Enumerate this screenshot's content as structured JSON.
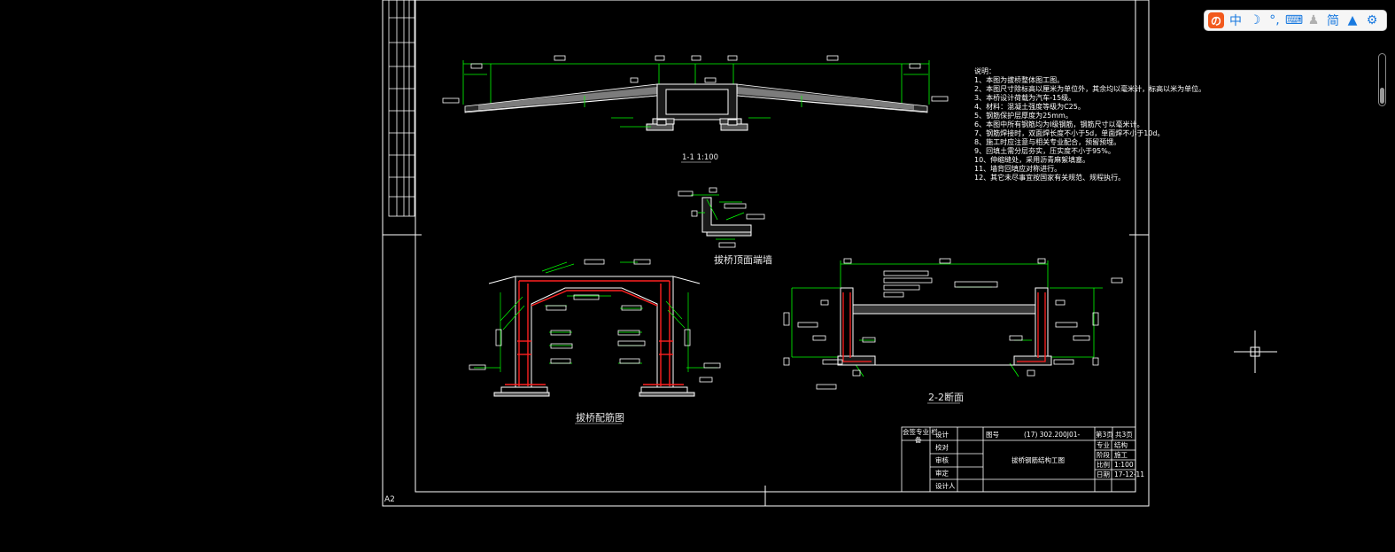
{
  "drawing": {
    "section1_title": "1-1 1:100",
    "headwall_title": "拔桥顶面端墙",
    "rebar_title": "拔桥配筋图",
    "section2_title": "2-2断面",
    "sheet_size": "A2",
    "notes": [
      "说明：",
      "1、本图为拔桥整体图工图。",
      "2、本图尺寸除标高以厘米为单位外，其余均以毫米计，标高以米为单位。",
      "3、本桥设计荷载为汽车-15级。",
      "4、材料：混凝土强度等级为C25。",
      "5、钢筋保护层厚度为25mm。",
      "6、本图中所有钢筋均为Ⅰ级钢筋，钢筋尺寸以毫米计。",
      "7、钢筋焊接时，双面焊长度不小于5d，单面焊不小于10d。",
      "8、施工时应注意与相关专业配合，预留预埋。",
      "9、回填土需分层夯实，压实度不小于95%。",
      "10、伸缩缝处，采用沥青麻絮填塞。",
      "11、墙背回填应对称进行。",
      "12、其它未尽事宜按国家有关规范、规程执行。"
    ],
    "title_block": {
      "drawing_no_label": "图号",
      "drawing_no": "(17) 302.200J01-",
      "sheet_label": "第3页",
      "total_label": "共3页",
      "drawing_name": "拔桥钢筋结构工图",
      "left_rows": [
        "设计",
        "校对",
        "审核",
        "审定",
        "设计人"
      ],
      "stamp_rows": [
        "会签专业·栏",
        "备"
      ],
      "right_rows": [
        {
          "k": "专业",
          "v": "结构"
        },
        {
          "k": "阶段",
          "v": "施工"
        },
        {
          "k": "比例",
          "v": "1:100"
        },
        {
          "k": "日期",
          "v": "17-12-11"
        }
      ]
    }
  },
  "ime_toolbar": {
    "logo": "の",
    "lang": "中",
    "simplified": "简"
  },
  "colors": {
    "background": "#000000",
    "frame": "#ffffff",
    "dimension": "#00ff00",
    "concrete": "#ffffff",
    "rebar": "#ff2020",
    "hatch": "#bfbfbf"
  }
}
